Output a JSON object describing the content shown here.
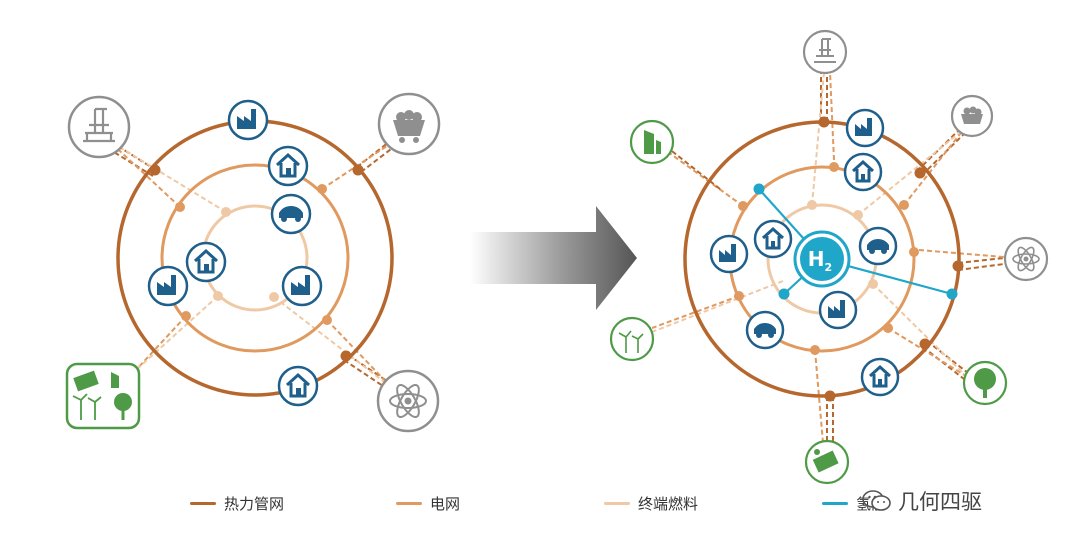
{
  "colors": {
    "heat": "#b5672e",
    "power": "#e0995e",
    "fuel": "#efc9a5",
    "hydrogen": "#1fa6c8",
    "node_blue": "#1f5f8b",
    "gray": "#8f8f8f",
    "green": "#4e9a47"
  },
  "legend": [
    {
      "label": "热力管网",
      "color": "#b5672e"
    },
    {
      "label": "电网",
      "color": "#e0995e"
    },
    {
      "label": "终端燃料",
      "color": "#efc9a5"
    },
    {
      "label": "氢能",
      "color": "#1fa6c8"
    }
  ],
  "center_symbol": {
    "main": "H",
    "sub": "2"
  },
  "watermark": "几何四驱",
  "left_diagram": {
    "sources": [
      "oil-rig-icon",
      "coal-cart-icon",
      "nuclear-atom-icon",
      "renewables-icon"
    ],
    "consumers": [
      "factory-icon",
      "house-icon",
      "car-icon",
      "house-icon",
      "factory-icon",
      "factory-icon",
      "house-icon"
    ]
  },
  "right_diagram": {
    "sources": [
      "oil-rig-icon",
      "coal-cart-icon",
      "nuclear-atom-icon",
      "tree-icon",
      "solar-panel-icon",
      "wind-turbine-icon",
      "biomass-icon"
    ],
    "consumers": [
      "factory-icon",
      "house-icon",
      "house-icon",
      "car-icon",
      "factory-icon",
      "factory-icon",
      "car-icon",
      "house-icon"
    ]
  }
}
